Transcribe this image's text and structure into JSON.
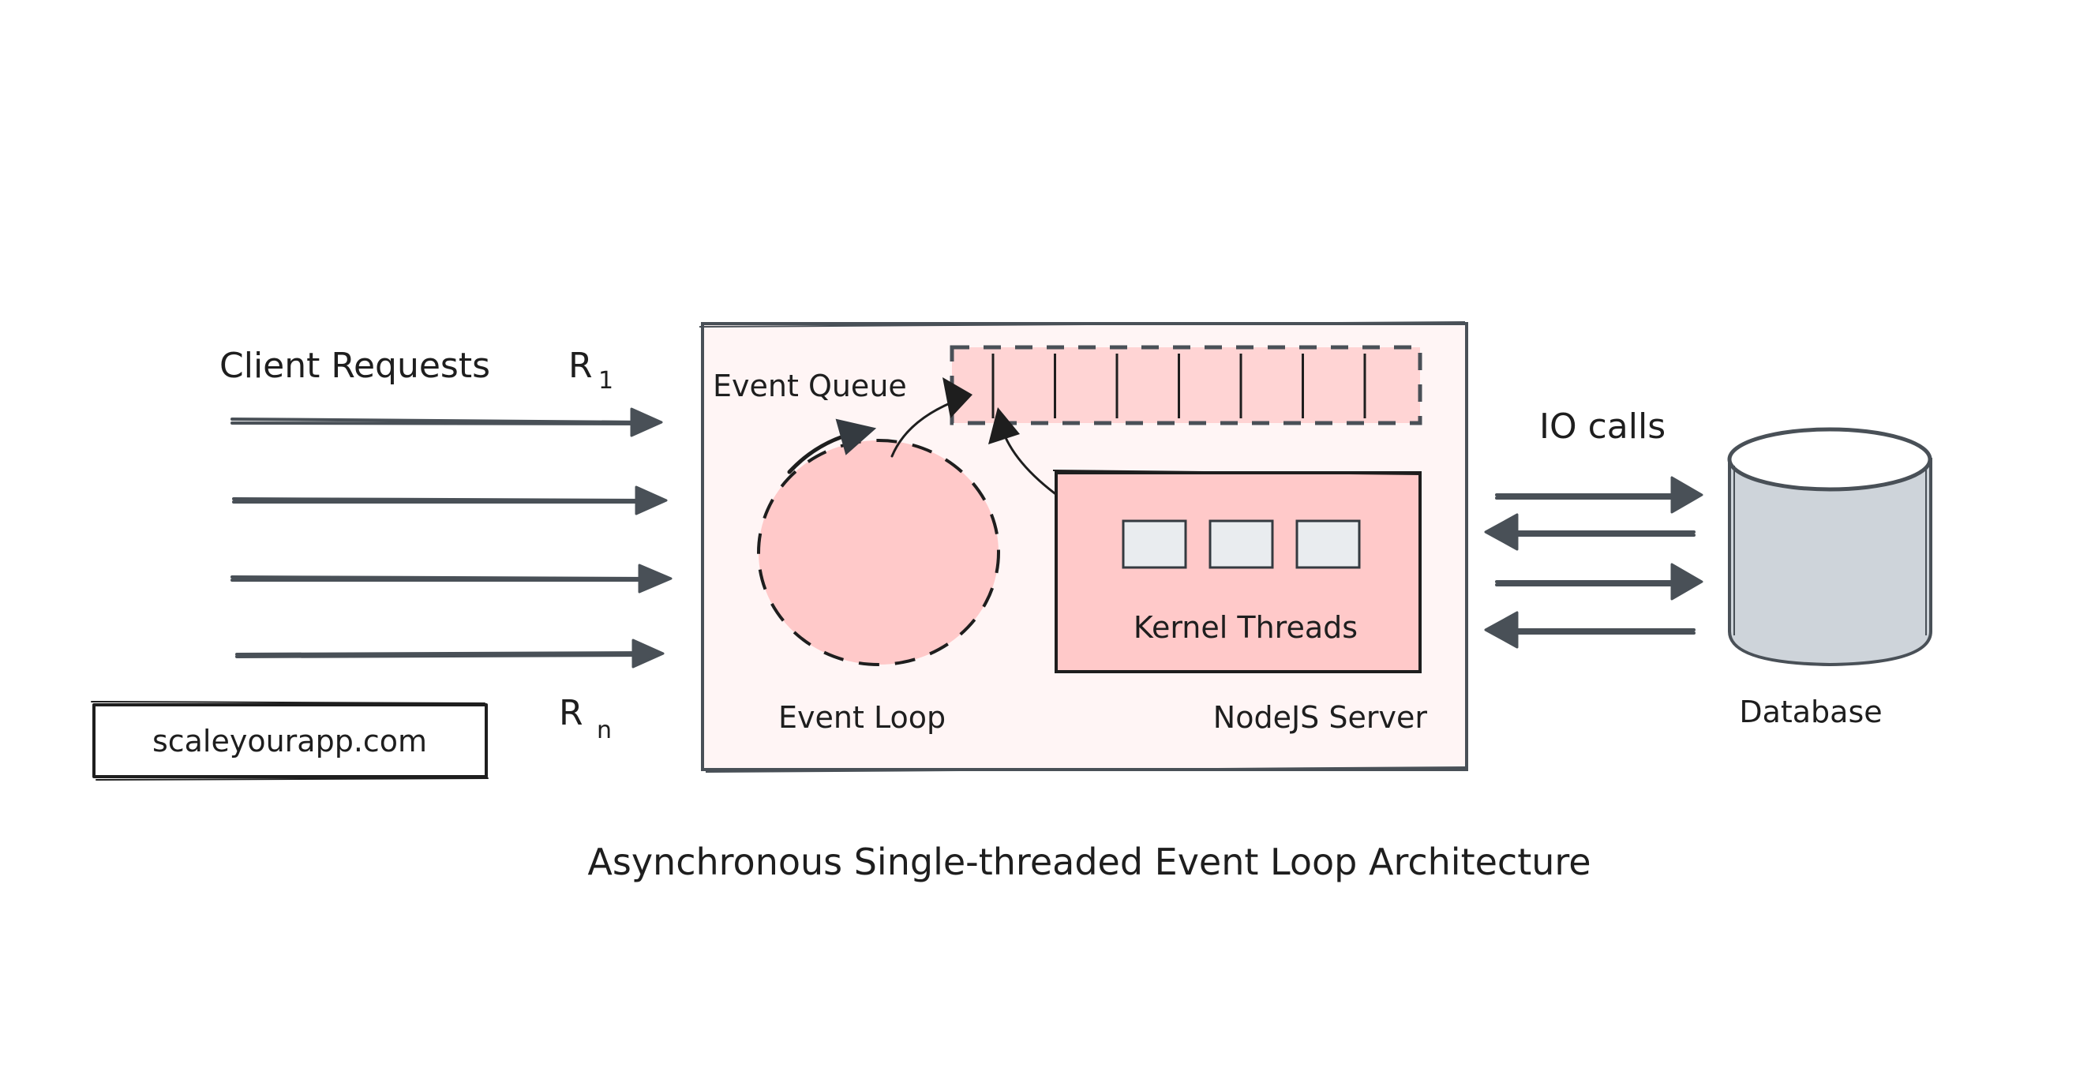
{
  "diagram": {
    "title": "Asynchronous Single-threaded Event Loop Architecture",
    "watermark": "scaleyourapp.com",
    "client": {
      "label": "Client Requests",
      "first_request": {
        "letter": "R",
        "subscript": "1"
      },
      "last_request": {
        "letter": "R",
        "subscript": "n"
      },
      "request_arrow_count": 4
    },
    "server": {
      "label": "NodeJS Server",
      "event_queue": {
        "label": "Event Queue",
        "cell_count": 8
      },
      "event_loop": {
        "label": "Event Loop"
      },
      "kernel": {
        "label": "Kernel Threads",
        "thread_count": 3
      }
    },
    "io": {
      "label": "IO calls",
      "arrows": [
        "to-database",
        "from-database",
        "to-database",
        "from-database"
      ]
    },
    "database": {
      "label": "Database"
    },
    "colors": {
      "ink": "#1e1e1e",
      "arrow": "#495057",
      "server_fill": "#fff5f5",
      "pink_fill": "#ffc9c9",
      "queue_fill": "#ffd4d4",
      "thread_fill": "#e9ecef",
      "database_fill": "#ced4da",
      "watermark_fill": "#e9ecef"
    }
  }
}
